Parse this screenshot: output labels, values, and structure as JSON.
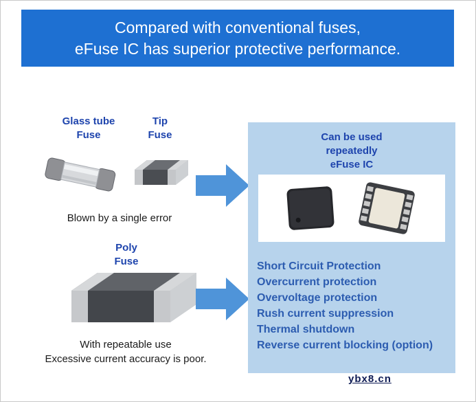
{
  "title": {
    "line1": "Compared with conventional fuses,",
    "line2": "eFuse IC has superior protective performance."
  },
  "conventional": {
    "glass_tube_fuse": {
      "line1": "Glass tube",
      "line2": "Fuse"
    },
    "tip_fuse": {
      "line1": "Tip",
      "line2": "Fuse"
    },
    "single_error_caption": "Blown by a single error",
    "poly_fuse": {
      "line1": "Poly",
      "line2": "Fuse"
    },
    "poly_caption_line1": "With repeatable use",
    "poly_caption_line2": "Excessive current accuracy is poor."
  },
  "efuse": {
    "heading_line1": "Can be used",
    "heading_line2": "repeatedly",
    "heading_line3": "eFuse IC",
    "features": [
      "Short Circuit Protection",
      "Overcurrent protection",
      "Overvoltage protection",
      "Rush current suppression",
      "Thermal shutdown",
      "Reverse current blocking (option)"
    ]
  },
  "watermark": "ybx8.cn",
  "colors": {
    "banner_blue": "#1e70d2",
    "label_blue": "#1e44ad",
    "feature_blue": "#2c5cb0",
    "panel_blue": "#b7d3ec",
    "arrow_blue": "#4f94d9"
  }
}
